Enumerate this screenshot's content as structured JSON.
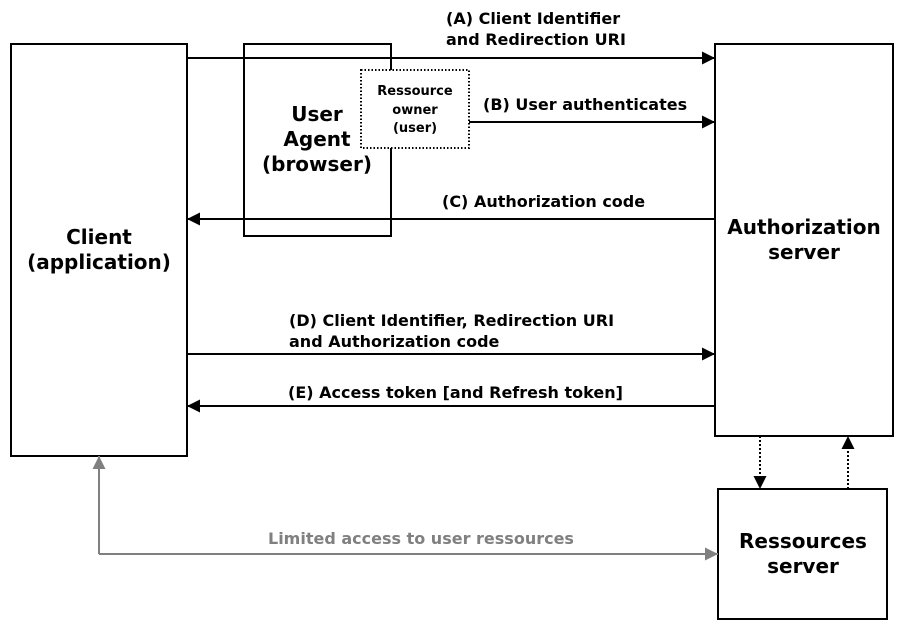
{
  "nodes": {
    "client": {
      "line1": "Client",
      "line2": "(application)"
    },
    "user_agent": {
      "line1": "User",
      "line2": "Agent",
      "line3": "(browser)"
    },
    "resource_owner": {
      "line1": "Ressource",
      "line2": "owner",
      "line3": "(user)"
    },
    "auth_server": {
      "line1": "Authorization",
      "line2": "server"
    },
    "resources_server": {
      "line1": "Ressources",
      "line2": "server"
    }
  },
  "flows": {
    "a": {
      "line1": "(A) Client Identifier",
      "line2": "and Redirection URI"
    },
    "b": {
      "line1": "(B) User authenticates"
    },
    "c": {
      "line1": "(C) Authorization code"
    },
    "d": {
      "line1": "(D) Client Identifier, Redirection URI",
      "line2": "and Authorization code"
    },
    "e": {
      "line1": "(E) Access token [and Refresh token]"
    },
    "limited": {
      "line1": "Limited access to user ressources"
    }
  },
  "colors": {
    "stroke": "#000000",
    "muted": "#808080",
    "background": "#ffffff"
  }
}
